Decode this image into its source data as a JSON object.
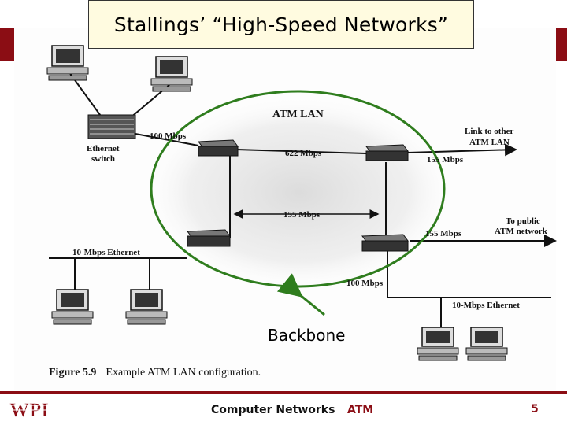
{
  "slide": {
    "title": "Stallings’ “High-Speed Networks”",
    "annotation": "Backbone",
    "caption_number": "Figure 5.9",
    "caption_text": "Example ATM LAN configuration."
  },
  "diagram_labels": {
    "atm_lan": "ATM LAN",
    "ethernet_switch_line1": "Ethernet",
    "ethernet_switch_line2": "switch",
    "link_100_top": "100 Mbps",
    "link_622": "622 Mbps",
    "link_155_right_top": "155 Mbps",
    "link_other_line1": "Link to other",
    "link_other_line2": "ATM LAN",
    "link_155_middle": "155 Mbps",
    "public_line1": "To public",
    "public_line2": "ATM network",
    "link_155_right_bottom": "155 Mbps",
    "ethernet_left": "10-Mbps Ethernet",
    "link_100_bottom": "100 Mbps",
    "ethernet_right": "10-Mbps Ethernet"
  },
  "footer": {
    "logo_text": "WPI",
    "course": "Computer Networks",
    "topic": "ATM",
    "page": "5"
  },
  "colors": {
    "accent_red": "#8b0d14",
    "backbone_green": "#2f7d1e",
    "title_bg": "#fffbe0"
  }
}
